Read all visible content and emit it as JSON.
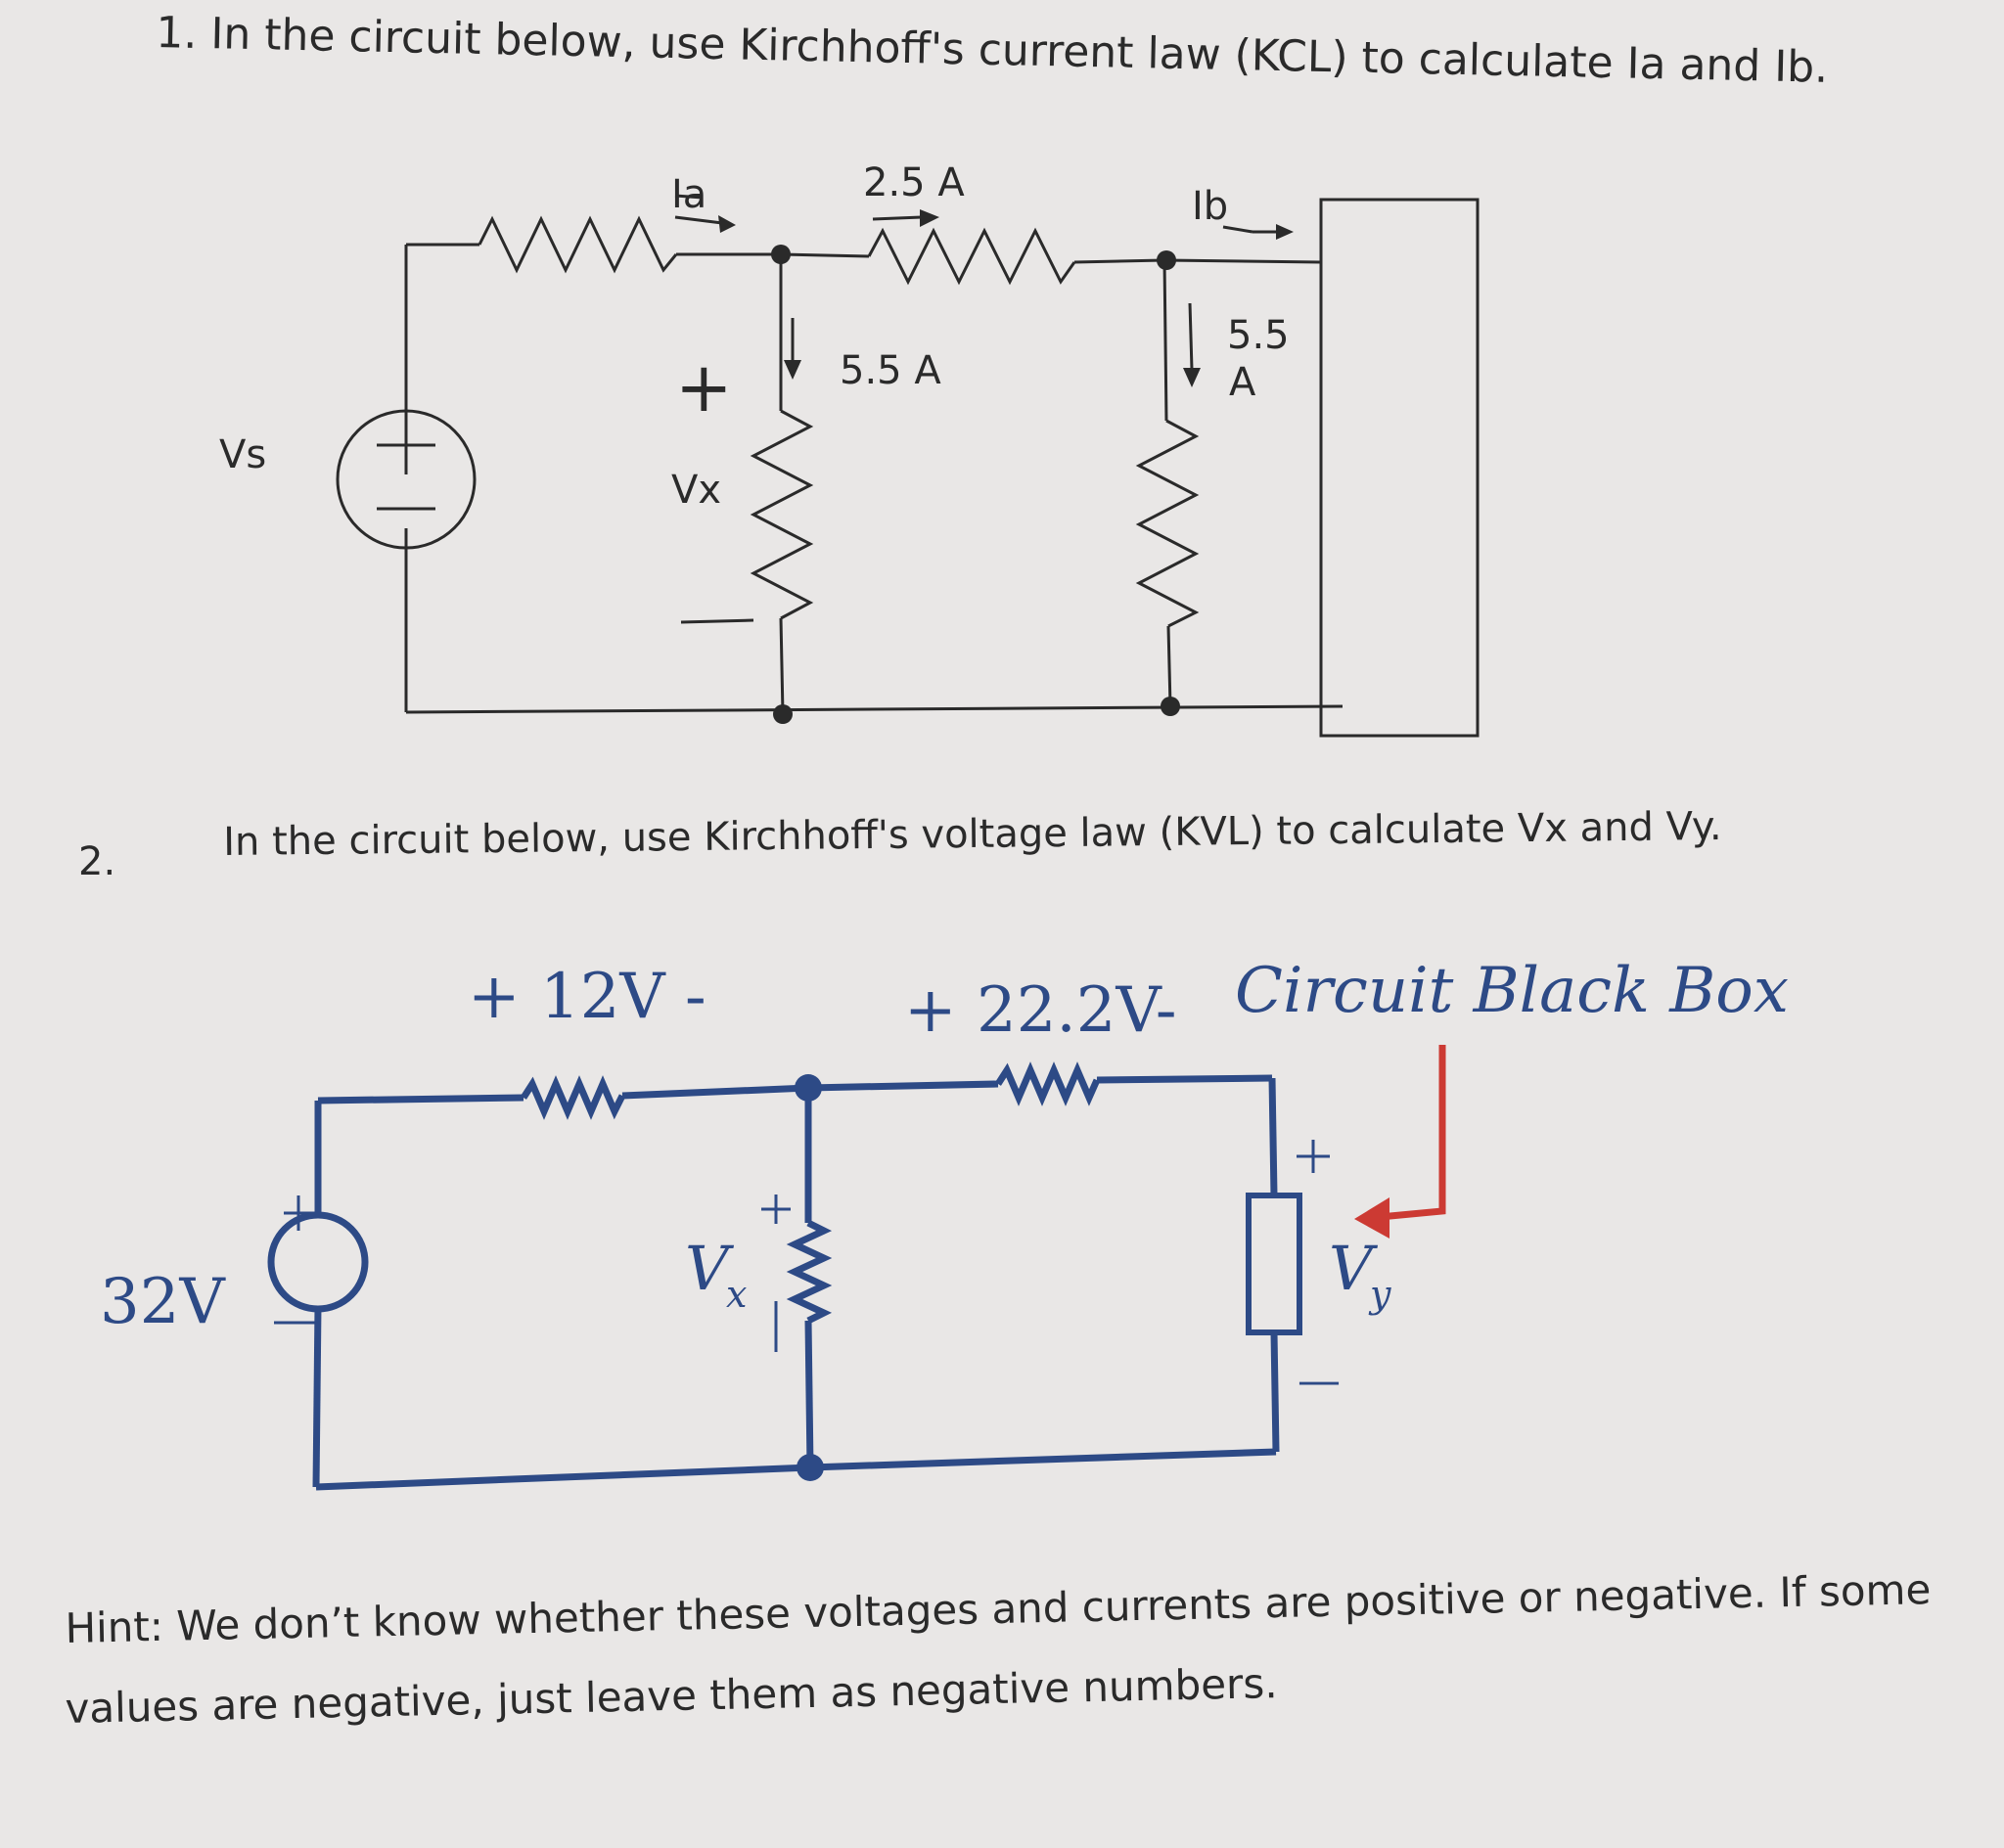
{
  "question1": {
    "number": "1.",
    "text": "In the circuit below, use Kirchhoff's current law (KCL) to calculate Ia and Ib.",
    "labels": {
      "ia": "Ia",
      "current_top": "2.5 A",
      "ib": "Ib",
      "current_mid": "5.5 A",
      "current_right_1": "5.5",
      "current_right_2": "A",
      "plus": "+",
      "vx": "Vx",
      "minus": "_",
      "vs": "Vs"
    }
  },
  "question2": {
    "number": "2.",
    "text": "In the circuit below, use Kirchhoff's voltage law (KVL) to calculate Vx and Vy.",
    "labels": {
      "v12": "+ 12V  -",
      "v22": "+ 22.2V-",
      "black_box": "Circuit Black Box",
      "source": "32V",
      "vx_main": "V",
      "vx_sub": "x",
      "vy_main": "V",
      "vy_sub": "y",
      "plus": "+",
      "minus": "—"
    },
    "colors": {
      "wire": "#2d4a86",
      "arrow": "#cc3a33"
    }
  },
  "hint": {
    "line1": "Hint: We don’t know whether these voltages and currents are positive or negative. If some",
    "line2": "values are negative, just leave them as negative numbers."
  }
}
